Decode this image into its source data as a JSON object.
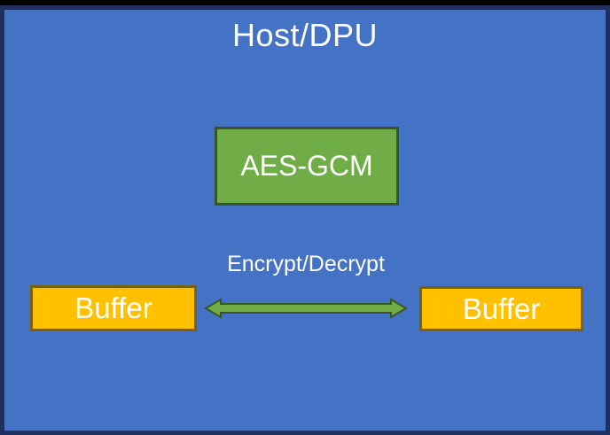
{
  "diagram": {
    "title": "Host/DPU",
    "aes_box_label": "AES-GCM",
    "buffer_left_label": "Buffer",
    "buffer_right_label": "Buffer",
    "arrow_label": "Encrypt/Decrypt",
    "colors": {
      "panel_background": "#4472C4",
      "panel_border": "#203060",
      "aes_fill": "#70AD47",
      "aes_border": "#385723",
      "arrow_fill": "#70AD47",
      "arrow_border": "#385723",
      "buffer_fill": "#FFC000",
      "buffer_border": "#7F6000",
      "text": "#FFFFFF"
    }
  }
}
